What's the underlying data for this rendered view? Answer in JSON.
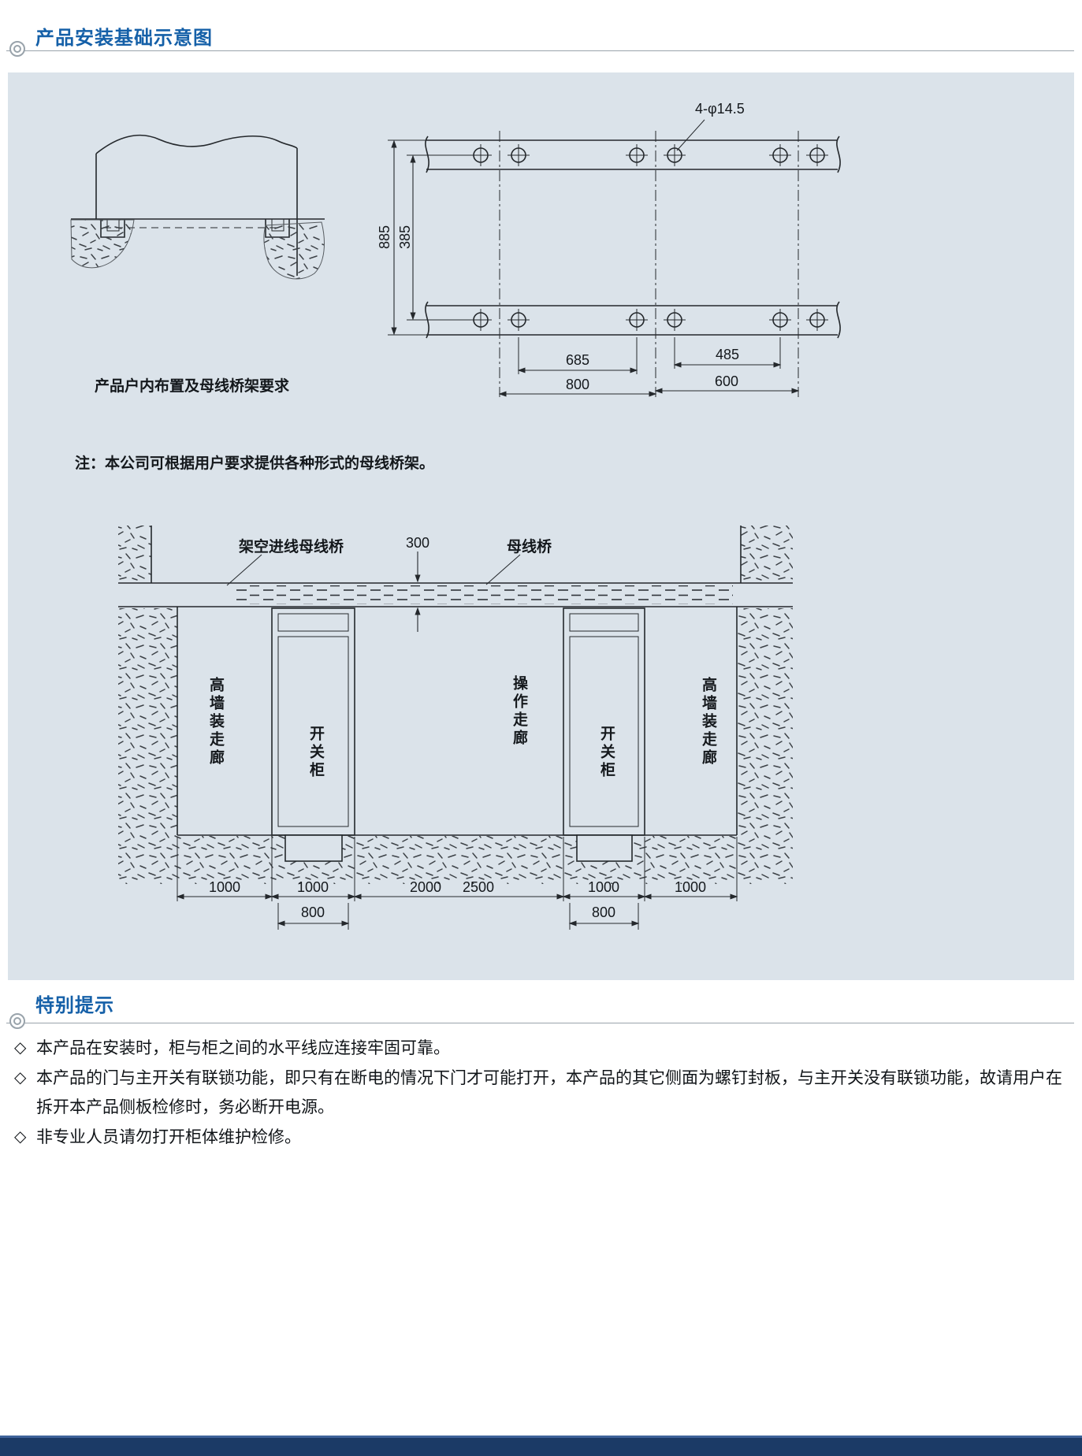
{
  "sections": {
    "install_title": "产品安装基础示意图",
    "notice_title": "特别提示"
  },
  "top_drawings": {
    "left_caption": "产品户内布置及母线桥架要求",
    "note": "注：本公司可根据用户要求提供各种形式的母线桥架。",
    "rail": {
      "hole_callout": "4-φ14.5",
      "dim_row_spacing_outer": "885",
      "dim_row_spacing_inner": "385",
      "dim_hole_pitch_left": "685",
      "dim_hole_pitch_right": "485",
      "dim_center_pitch_left": "800",
      "dim_center_pitch_right": "600"
    }
  },
  "layout_diagram": {
    "overhead_busbar_label": "架空进线母线桥",
    "busbar_label": "母线桥",
    "gap_dim": "300",
    "left_corridor": "高墙装走廊",
    "left_cabinet": "开关柜",
    "center_corridor": "操作走廊",
    "right_cabinet": "开关柜",
    "right_corridor": "高墙装走廊",
    "dims_bottom": [
      "1000",
      "1000",
      "2000",
      "2500",
      "1000",
      "1000"
    ],
    "depth_dims": [
      "800",
      "800"
    ]
  },
  "notices": {
    "bullet": "◇",
    "items": [
      "本产品在安装时，柜与柜之间的水平线应连接牢固可靠。",
      "本产品的门与主开关有联锁功能，即只有在断电的情况下门才可能打开，本产品的其它侧面为螺钉封板，与主开关没有联锁功能，故请用户在拆开本产品侧板检修时，务必断开电源。",
      "非专业人员请勿打开柜体维护检修。"
    ]
  },
  "colors": {
    "accent_blue": "#1560a8",
    "panel_bg": "#dbe3ea",
    "footer_navy": "#1b3a66"
  }
}
